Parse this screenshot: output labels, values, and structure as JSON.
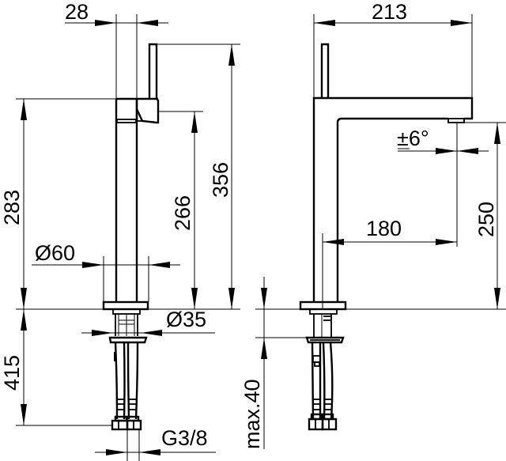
{
  "drawing": {
    "title": "Faucet technical dimension drawing",
    "colors": {
      "line": "#000000",
      "background": "#ffffff"
    },
    "views": [
      {
        "name": "front-view",
        "description": "Front elevation of single-lever basin mixer with tall column"
      },
      {
        "name": "side-view",
        "description": "Side elevation showing spout projection"
      }
    ],
    "dimensions": {
      "column_width": "28",
      "overall_spout_length": "213",
      "height_to_handle_base": "283",
      "height_to_spout_outlet_front": "266",
      "overall_height": "356",
      "base_diameter": "Ø60",
      "shank_diameter": "Ø35",
      "hose_length": "415",
      "connection_thread": "G3/8",
      "swivel_angle": "±6°",
      "spout_reach": "180",
      "outlet_height": "250",
      "max_countertop_thickness": "max.40"
    }
  }
}
